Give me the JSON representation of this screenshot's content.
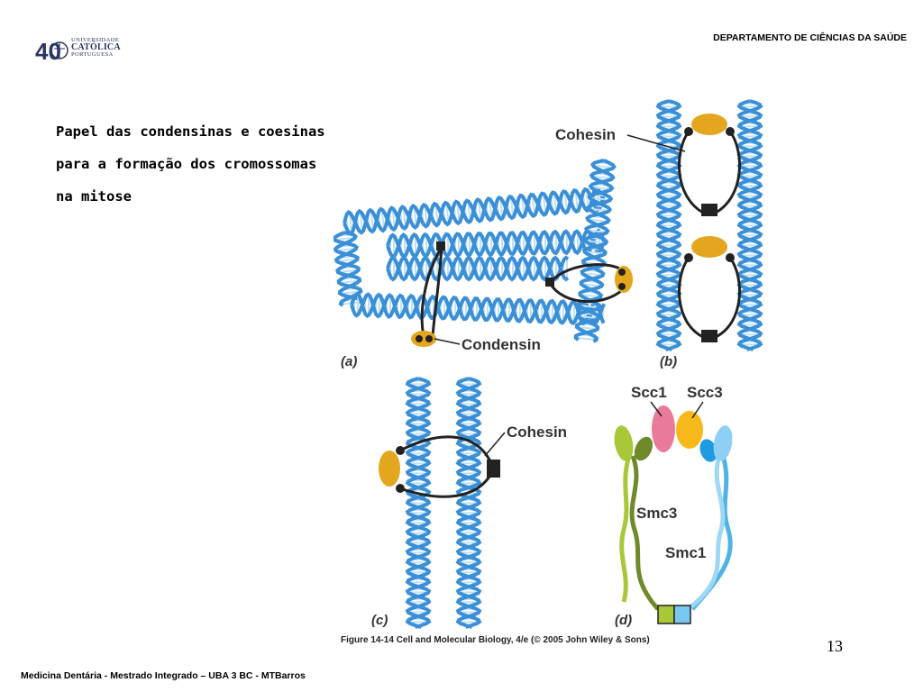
{
  "header": {
    "department": "DEPARTAMENTO DE CIÊNCIAS DA SAÚDE",
    "logo": {
      "number": "40",
      "line1": "UNIVERSIDADE",
      "line2": "CATÓLICA",
      "line3": "PORTUGUESA"
    }
  },
  "slide": {
    "title_lines": [
      "Papel das condensinas e coesinas",
      "para a formação dos cromossomas",
      "na mitose"
    ],
    "page_number": "13"
  },
  "figure": {
    "labels": {
      "cohesin_b": "Cohesin",
      "condensin": "Condensin",
      "cohesin_c": "Cohesin",
      "scc1": "Scc1",
      "scc3": "Scc3",
      "smc3": "Smc3",
      "smc1": "Smc1"
    },
    "panels": [
      "(a)",
      "(b)",
      "(c)",
      "(d)"
    ],
    "caption": "Figure 14-14  Cell and Molecular Biology, 4/e (© 2005 John Wiley & Sons)",
    "colors": {
      "dna": "#3a8fd6",
      "dna_rung": "#bfe0f7",
      "protein_gold": "#e4a51f",
      "ring": "#222222",
      "smc3_green": "#a8c83a",
      "smc3_dark": "#6f8a2a",
      "smc1_blue": "#4fb3e6",
      "scc1_pink": "#e97a9a",
      "scc3_yellow": "#f6b81b"
    }
  },
  "footer": {
    "text": "Medicina Dentária - Mestrado Integrado – UBA 3 BC - MTBarros"
  }
}
